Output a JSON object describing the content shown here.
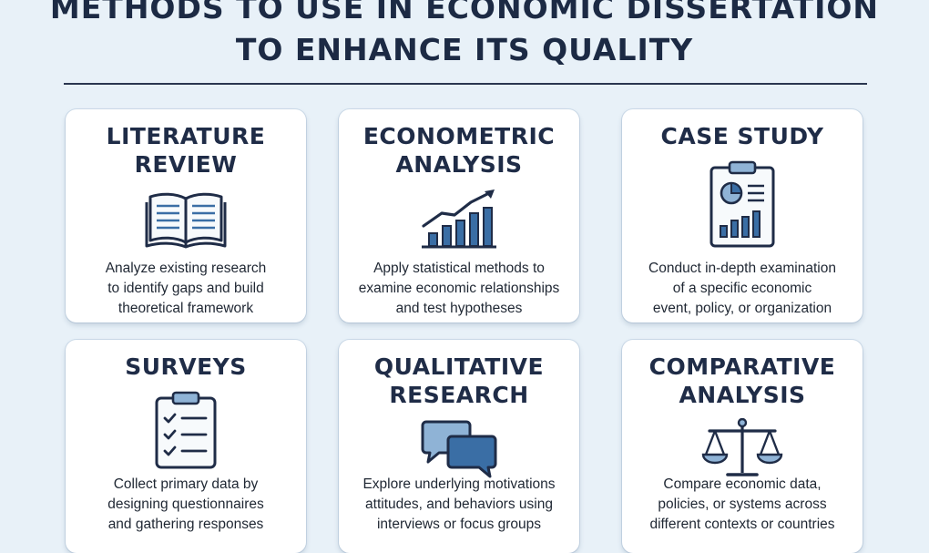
{
  "header": {
    "title_line1": "METHODS TO USE IN ECONOMIC DISSERTATION",
    "title_line2": "TO ENHANCE ITS QUALITY"
  },
  "colors": {
    "background": "#e8f1f8",
    "navy": "#1f2c47",
    "blue": "#3a6ea5",
    "light_blue": "#8fb3d6"
  },
  "cards": [
    {
      "title": "LITERATURE\nREVIEW",
      "icon": "open-book-icon",
      "description": "Analyze existing research\nto identify gaps and build\ntheoretical framework"
    },
    {
      "title": "ECONOMETRIC\nANALYSIS",
      "icon": "bar-chart-trend-icon",
      "description": "Apply statistical methods to\nexamine economic relationships\nand test hypotheses"
    },
    {
      "title": "CASE STUDY",
      "icon": "clipboard-report-icon",
      "description": "Conduct in-depth examination\nof a specific economic\nevent, policy, or organization"
    },
    {
      "title": "SURVEYS",
      "icon": "checklist-clipboard-icon",
      "description": "Collect primary data by\ndesigning questionnaires\nand gathering responses"
    },
    {
      "title": "QUALITATIVE\nRESEARCH",
      "icon": "speech-bubbles-icon",
      "description": "Explore underlying motivations\nattitudes, and behaviors using\ninterviews or focus groups"
    },
    {
      "title": "COMPARATIVE\nANALYSIS",
      "icon": "balance-scale-icon",
      "description": "Compare economic data,\npolicies, or systems across\ndifferent contexts or countries"
    }
  ]
}
